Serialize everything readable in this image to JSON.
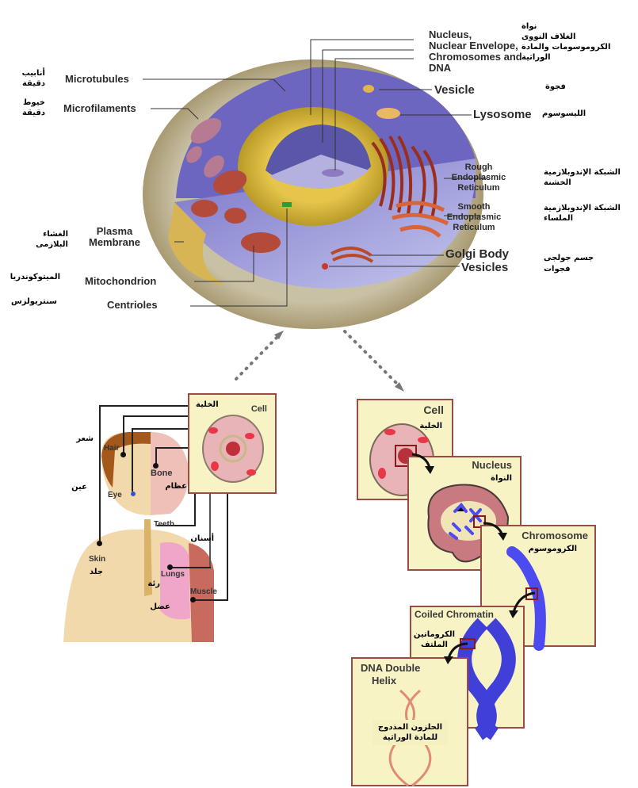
{
  "cell_diagram": {
    "labels_en": {
      "nucleus_group": [
        "Nucleus,",
        "Nuclear Envelope,",
        "Chromosomes and",
        "DNA"
      ],
      "vesicle": "Vesicle",
      "lysosome": "Lysosome",
      "rough_er": [
        "Rough",
        "Endoplasmic",
        "Reticulum"
      ],
      "smooth_er": [
        "Smooth",
        "Endoplasmic",
        "Reticulum"
      ],
      "golgi": "Golgi Body",
      "vesicles": "Vesicles",
      "microtubules": "Microtubules",
      "microfilaments": "Microfilaments",
      "plasma_membrane": [
        "Plasma",
        "Membrane"
      ],
      "mitochondrion": "Mitochondrion",
      "centrioles": "Centrioles"
    },
    "labels_ar": {
      "nucleus_group": [
        "نواة",
        "الغلاف النووى",
        "الكروموسومات والمادة",
        "الوراثية"
      ],
      "vesicle": "فجوة",
      "lysosome": "الليسوسوم",
      "rough_er": [
        "الشبكة الإندوبلازمية",
        "الخشنة"
      ],
      "smooth_er": [
        "الشبكة الإندوبلازمية",
        "الملساء"
      ],
      "golgi": "جسم جولجى",
      "vesicles": "فجوات",
      "microtubules": "أنابيب دقيقة",
      "microfilaments": "خيوط دقيقة",
      "plasma_membrane": "الغشاء البلازمى",
      "mitochondrion": "الميتوكوندريا",
      "centrioles": "سنتريولزس"
    }
  },
  "body_panel": {
    "cell_title_en": "Cell",
    "cell_title_ar": "الخلية",
    "labels_en": {
      "hair": "Hair",
      "eye": "Eye",
      "bone": "Bone",
      "teeth": "Teeth",
      "skin": "Skin",
      "lungs": "Lungs",
      "muscle": "Muscle"
    },
    "labels_ar": {
      "hair": "شعر",
      "eye": "عين",
      "bone": "عظام",
      "teeth": "أسنان",
      "skin": "جلد",
      "lungs": "رئة",
      "muscle": "عضل"
    }
  },
  "zoom_sequence": {
    "cell": {
      "en": "Cell",
      "ar": "الخلية"
    },
    "nucleus": {
      "en": "Nucleus",
      "ar": "النواة"
    },
    "chromosome": {
      "en": "Chromosome",
      "ar": "الكروموسوم"
    },
    "coiled_chromatin": {
      "en": "Coiled Chromatin",
      "ar": [
        "الكروماتين",
        "الملتف"
      ]
    },
    "dna": {
      "en": [
        "DNA Double",
        "Helix"
      ],
      "ar": [
        "الحلزون المذدوج",
        "للمادة الوراثية"
      ]
    }
  },
  "colors": {
    "panel_bg": "#f7f3c4",
    "panel_border": "#9b4b45",
    "chromosome_blue": "#4b4bf0",
    "cell_pink": "#e9b4b8",
    "cytoplasm": "#b7b9e6"
  }
}
